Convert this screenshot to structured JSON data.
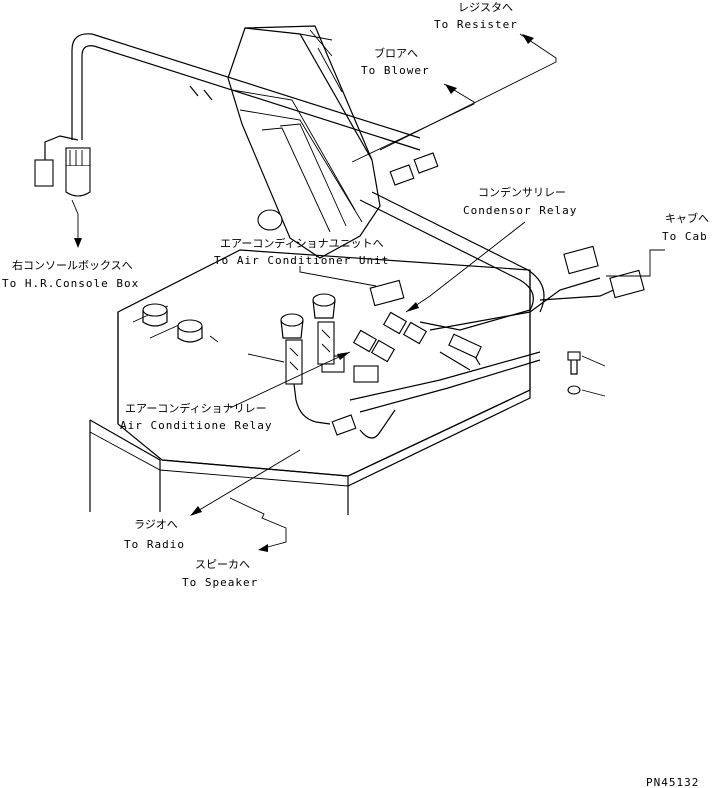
{
  "labels": {
    "resister_jp": "レジスタへ",
    "resister_en": "To Resister",
    "blower_jp": "ブロアへ",
    "blower_en": "To Blower",
    "condensor_jp": "コンデンサリレー",
    "condensor_en": "Condensor Relay",
    "cab_jp": "キャブへ",
    "cab_en": "To Cab",
    "ac_unit_jp": "エアーコンディショナユニットへ",
    "ac_unit_en": "To Air Conditioner Unit",
    "console_jp": "右コンソールボックスへ",
    "console_en": "To H.R.Console Box",
    "ac_relay_jp": "エアーコンディショナリレー",
    "ac_relay_en": "Air Conditione Relay",
    "radio_jp": "ラジオへ",
    "radio_en": "To Radio",
    "speaker_jp": "スピーカへ",
    "speaker_en": "To Speaker",
    "part_number": "PN45132"
  }
}
